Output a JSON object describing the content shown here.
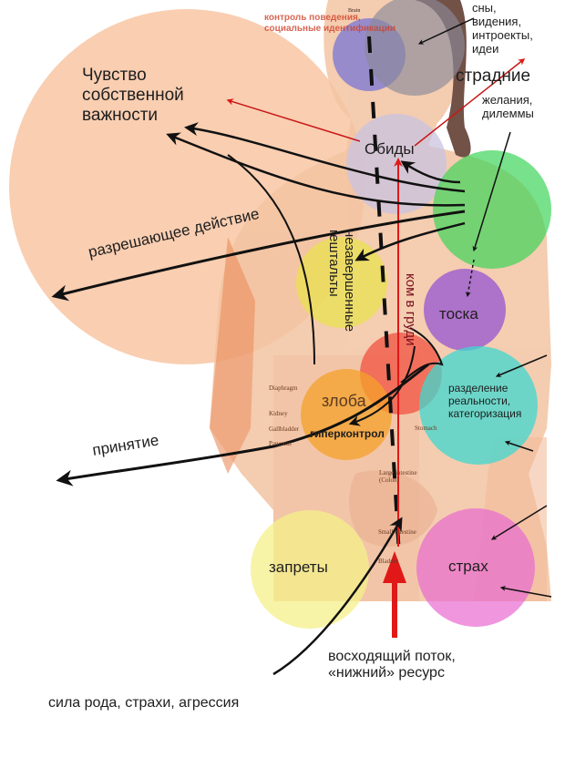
{
  "diagram": {
    "title": "Эмоции и зоны тела",
    "colors": {
      "ego_circle": "#f8c9a8",
      "head_circle": "#6f6fd8",
      "brain_circle": "#8a8a9a",
      "throat_circle": "#c9c3e0",
      "green_circle": "#3fd45a",
      "yellow_circle": "#e8e24a",
      "purple_circle": "#9b5bd0",
      "red_circle": "#f04a3a",
      "orange_circle": "#f4a02a",
      "teal_circle": "#3fd8d0",
      "lightyellow_circle": "#f4f08a",
      "pink_circle": "#e86ad0",
      "body_skin": "#f6c7a4",
      "arrow_black": "#111111",
      "arrow_red": "#e01818"
    },
    "labels": {
      "self_importance": [
        "Чувство",
        "собственной",
        "важности"
      ],
      "head_red": [
        "контроль поведения,",
        "социальные идентификации"
      ],
      "dreams": [
        "сны,",
        "видения,",
        "интроекты,",
        "идеи"
      ],
      "suffering": "страдние",
      "desires": [
        "желания,",
        "дилеммы"
      ],
      "resentment": "Обиды",
      "resolving_action": "разрешающее действие",
      "gestalts": [
        "незавершенные",
        "гештальты"
      ],
      "lump": "ком в груди",
      "longing": "тоска",
      "anger": "злоба",
      "hypercontrol": "гиперконтрол",
      "separation": [
        "разделение",
        "реальности,",
        "категоризация"
      ],
      "acceptance": "принятие",
      "prohibitions": "запреты",
      "fear": "страх",
      "upward_flow": [
        "восходящий поток,",
        "«нижний» ресурс"
      ],
      "clan_power": "сила рода, страхи, агрессия"
    },
    "anatomy_labels": {
      "brain": "Brain",
      "diaphragm": "Diaphragm",
      "kidney": "Kidney",
      "gallbladder": "Gallbladder",
      "pancreas": "Pancreas",
      "stomach": "Stomach",
      "large_intestine": [
        "Large intestine",
        "(Colon)"
      ],
      "small_intestine": "Small intestine",
      "bladder": "Bladder"
    }
  }
}
